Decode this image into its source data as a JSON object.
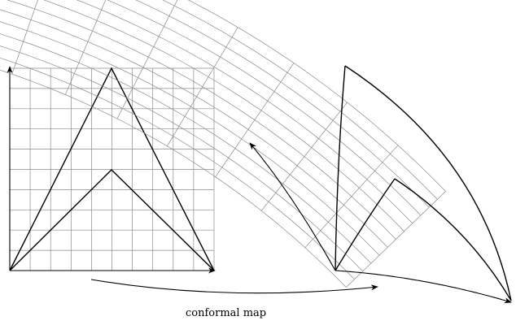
{
  "caption": {
    "label": "conformal map"
  },
  "source_grid": {
    "columns": 10,
    "rows": 10
  },
  "target_grid": {
    "radial_lines": 13,
    "angular_lines": 13
  },
  "colors": {
    "grid": "#8a8a8a",
    "stroke": "#000000",
    "background": "#ffffff"
  }
}
